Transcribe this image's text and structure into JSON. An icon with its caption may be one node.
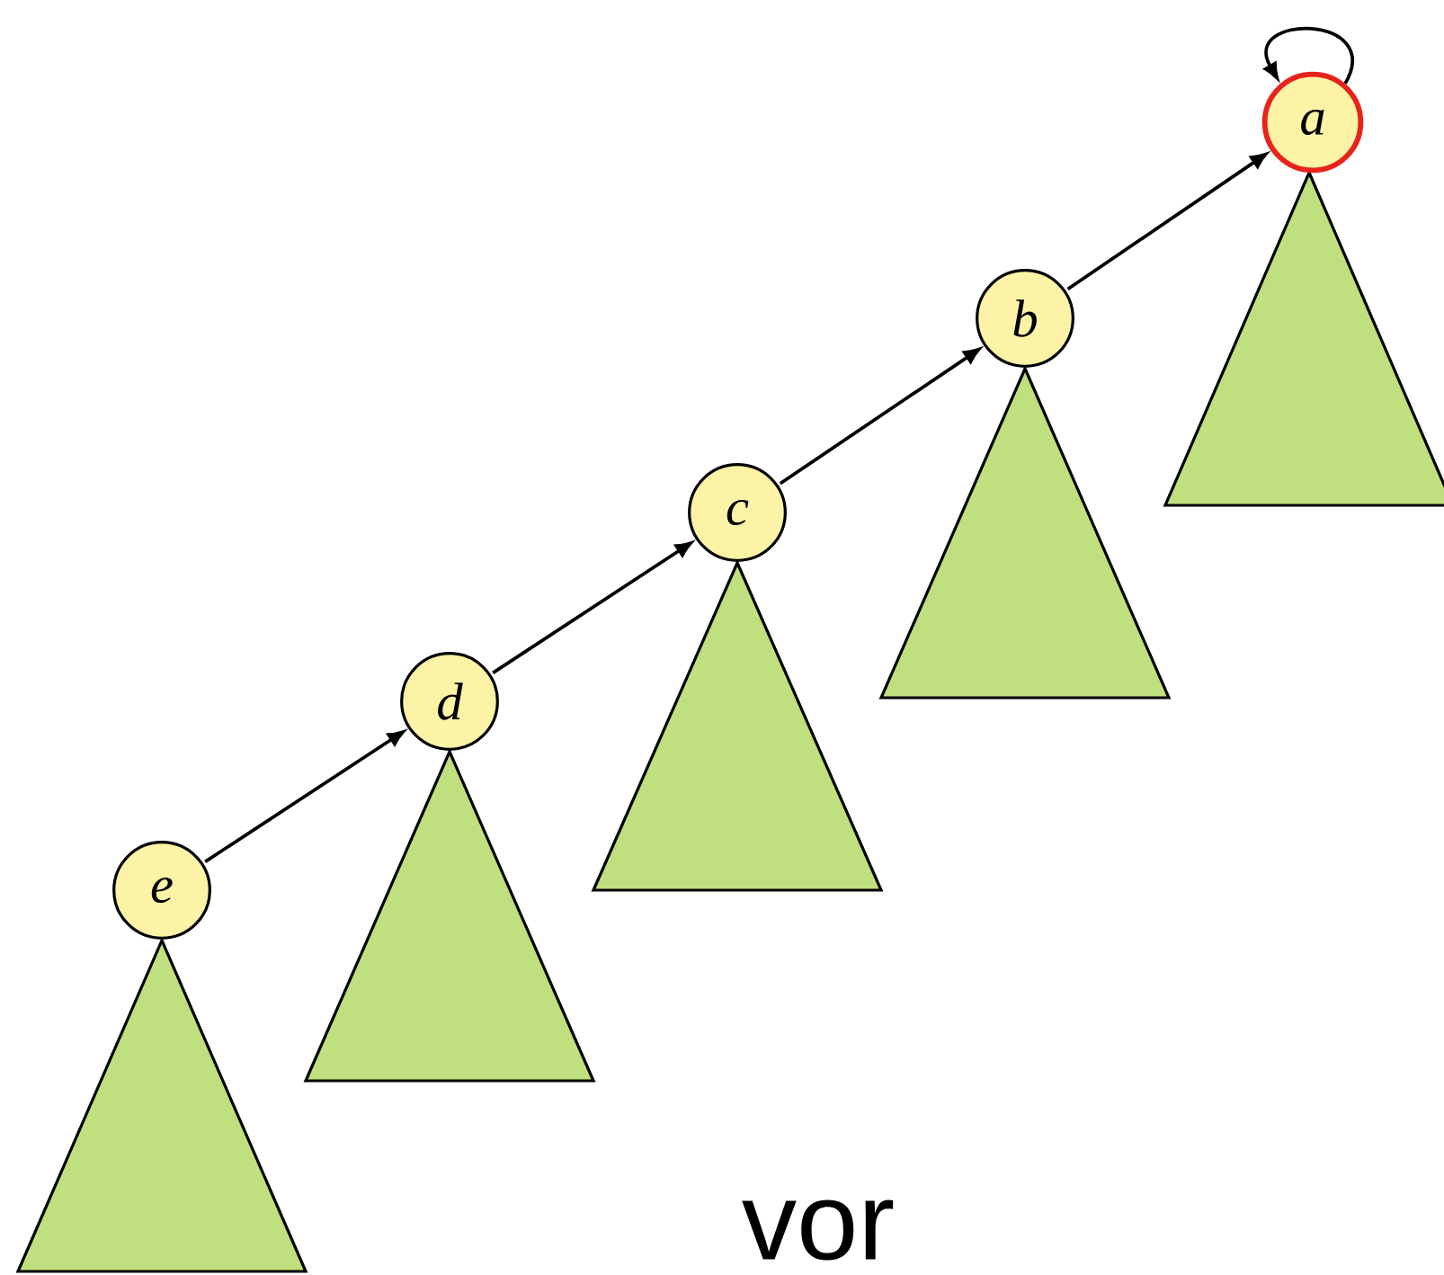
{
  "diagram": {
    "nodes": [
      {
        "text": [
          "a"
        ]
      },
      {
        "text": [
          "b"
        ]
      },
      {
        "text": [
          "c"
        ]
      },
      {
        "text": [
          "d"
        ]
      },
      {
        "text": [
          "e"
        ]
      },
      {
        "text": [],
        "shape": "triangle"
      },
      {
        "text": [],
        "shape": "triangle"
      },
      {
        "text": [],
        "shape": "triangle"
      },
      {
        "text": [],
        "shape": "triangle"
      },
      {
        "text": [],
        "shape": "triangle"
      }
    ],
    "edges": [
      {
        "from": 4,
        "to": 3,
        "arrow": "to"
      },
      {
        "from": 3,
        "to": 2,
        "arrow": "to"
      },
      {
        "from": 2,
        "to": 1,
        "arrow": "to"
      },
      {
        "from": 1,
        "to": 0,
        "arrow": "to"
      },
      {
        "from": 0,
        "to": 0,
        "arrow": "to"
      }
    ],
    "labels": [
      "vor"
    ]
  }
}
